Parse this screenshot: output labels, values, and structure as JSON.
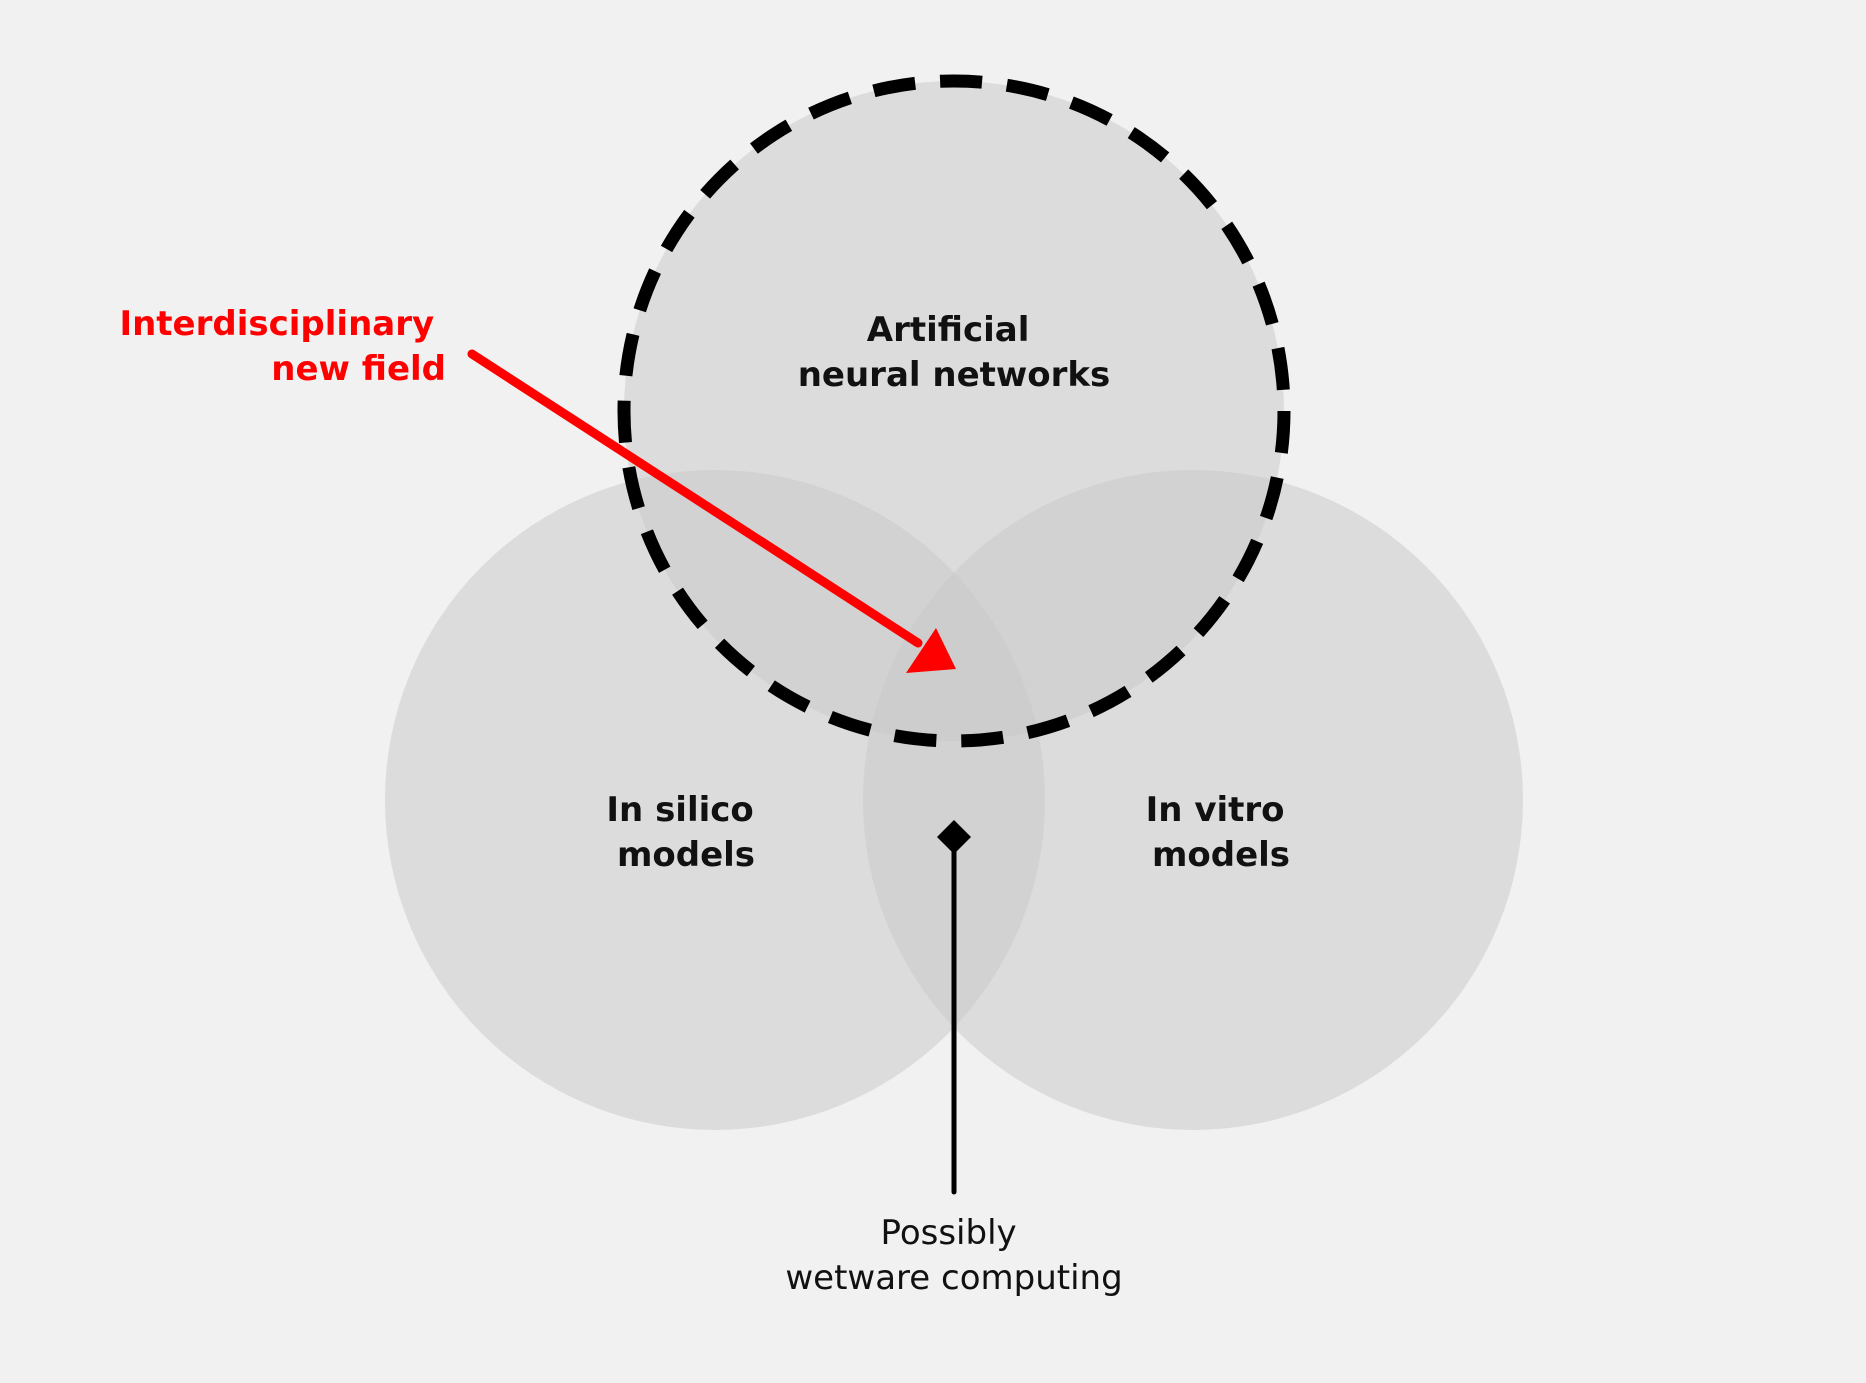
{
  "colors": {
    "background": "#f1f1f1",
    "circle_fill": "#c8c8c8",
    "circle_opacity": 0.5,
    "dash_stroke": "#000000",
    "highlight": "#ff0000",
    "text": "#111111"
  },
  "sets": {
    "top": {
      "line1": "Artificial",
      "line2": "neural networks",
      "border": "dashed"
    },
    "left": {
      "line1": "In silico",
      "line2": "models"
    },
    "right": {
      "line1": "In vitro",
      "line2": "models"
    }
  },
  "annotations": {
    "highlight": {
      "line1": "Interdisciplinary",
      "line2": "new field"
    },
    "center": {
      "line1": "Possibly",
      "line2": "wetware computing"
    }
  }
}
